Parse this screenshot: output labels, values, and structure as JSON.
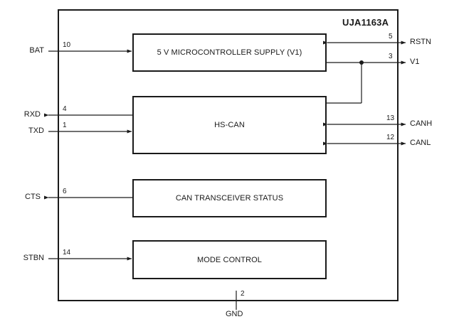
{
  "diagram": {
    "chip_name": "UJA1163A",
    "blocks": [
      {
        "id": "supply",
        "label": "5 V MICROCONTROLLER SUPPLY (V1)"
      },
      {
        "id": "hscan",
        "label": "HS-CAN"
      },
      {
        "id": "cts_status",
        "label": "CAN TRANSCEIVER STATUS"
      },
      {
        "id": "mode",
        "label": "MODE CONTROL"
      }
    ],
    "pins_left": [
      {
        "name": "BAT",
        "number": "10"
      },
      {
        "name": "RXD",
        "number": "4"
      },
      {
        "name": "TXD",
        "number": "1"
      },
      {
        "name": "CTS",
        "number": "6"
      },
      {
        "name": "STBN",
        "number": "14"
      }
    ],
    "pins_right": [
      {
        "name": "RSTN",
        "number": "5"
      },
      {
        "name": "V1",
        "number": "3"
      },
      {
        "name": "CANH",
        "number": "13"
      },
      {
        "name": "CANL",
        "number": "12"
      }
    ],
    "pins_bottom": [
      {
        "name": "GND",
        "number": "2"
      }
    ],
    "colors": {
      "line": "#1a1a1a",
      "text": "#1a1a1a",
      "background": "#ffffff"
    }
  }
}
